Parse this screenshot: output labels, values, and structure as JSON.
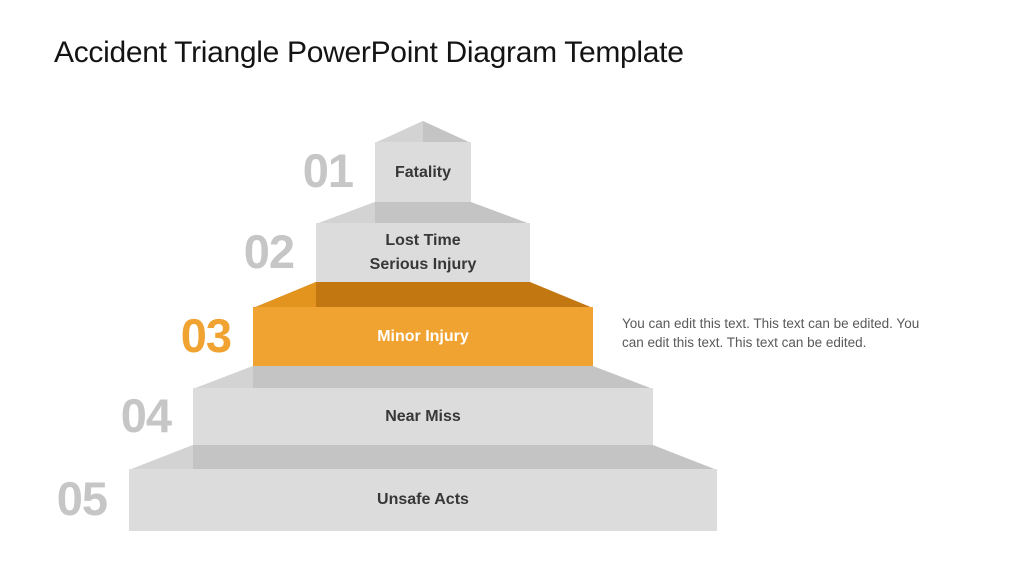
{
  "title": "Accident Triangle PowerPoint Diagram Template",
  "pyramid": {
    "levels": [
      {
        "number": "01",
        "label": "Fatality",
        "highlighted": false
      },
      {
        "number": "02",
        "label": "Lost Time\nSerious Injury",
        "highlighted": false
      },
      {
        "number": "03",
        "label": "Minor Injury",
        "highlighted": true
      },
      {
        "number": "04",
        "label": "Near Miss",
        "highlighted": false
      },
      {
        "number": "05",
        "label": "Unsafe Acts",
        "highlighted": false
      }
    ]
  },
  "annotation": {
    "lines": [
      "You can edit this text. This text can be edited. You",
      "can edit this text. This text can be edited."
    ]
  },
  "colors": {
    "accent": "#F0A331",
    "accent_dark": "#C27711",
    "accent_facet": "#E2941F",
    "face_gray": "#DCDCDC",
    "roof_gray": "#C4C4C4",
    "roof_facet": "#D3D3D3",
    "number_gray": "#C6C6C6",
    "label_text": "#373737",
    "body_text": "#595959",
    "title_text": "#141414"
  }
}
